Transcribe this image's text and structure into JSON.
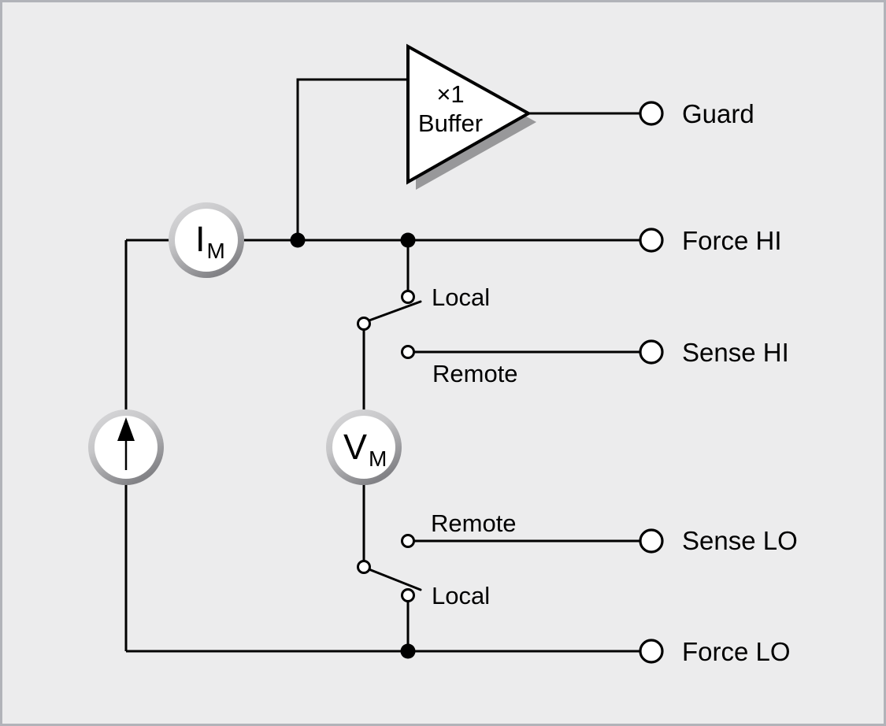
{
  "colors": {
    "background": "#ececed",
    "frame_border": "#b1b3b9",
    "line": "#000000",
    "buffer_shadow": "#98989a",
    "meter_ring_light": "#dadadc",
    "meter_ring_dark": "#828286"
  },
  "buffer": {
    "gain": "×1",
    "name": "Buffer"
  },
  "meters": {
    "current_meter": {
      "symbol": "I",
      "subscript": "M"
    },
    "voltage_meter": {
      "symbol": "V",
      "subscript": "M"
    },
    "current_source": {
      "icon": "up-arrow-icon"
    }
  },
  "terminals": [
    {
      "label": "Guard"
    },
    {
      "label": "Force HI"
    },
    {
      "label": "Sense HI"
    },
    {
      "label": "Sense LO"
    },
    {
      "label": "Force LO"
    }
  ],
  "switches": {
    "sense_hi_switch": {
      "local_label": "Local",
      "remote_label": "Remote",
      "position": "Local"
    },
    "sense_lo_switch": {
      "local_label": "Local",
      "remote_label": "Remote",
      "position": "Local"
    }
  }
}
